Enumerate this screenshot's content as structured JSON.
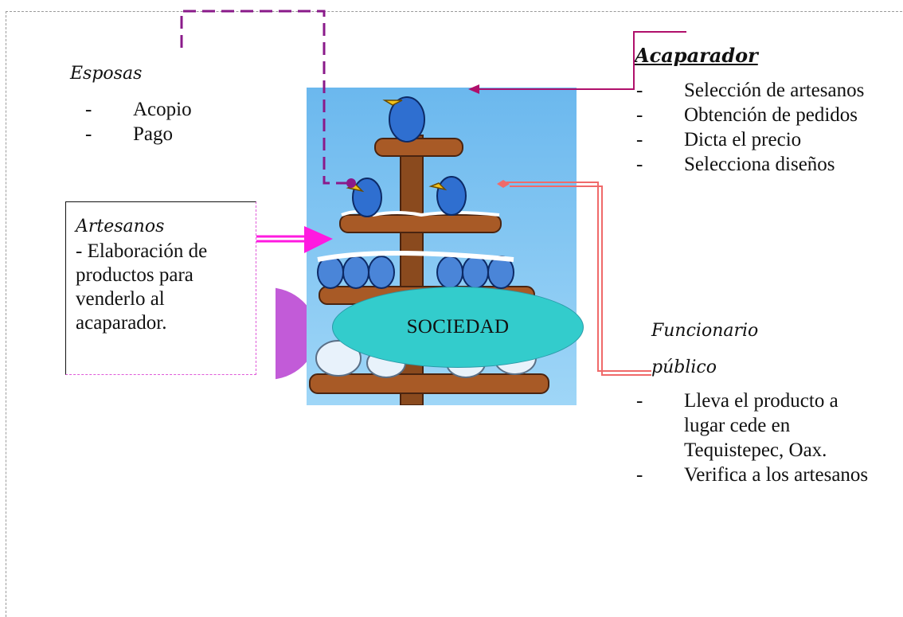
{
  "esposas": {
    "heading": "Esposas",
    "items": [
      "Acopio",
      "Pago"
    ]
  },
  "artesanos": {
    "heading": "Artesanos",
    "text": "- Elaboración de productos para venderlo al acaparador."
  },
  "sociedad": {
    "label": "SOCIEDAD"
  },
  "acaparador": {
    "heading": "Acaparador",
    "items": [
      "Selección de artesanos",
      "Obtención de pedidos",
      "Dicta el precio",
      "Selecciona diseños"
    ]
  },
  "funcionario": {
    "heading": "Funcionario público",
    "items": [
      "Lleva el producto a lugar cede en Tequistepec, Oax.",
      "Verifica a los artesanos"
    ]
  },
  "colors": {
    "esposas_connector": "#8a1a8a",
    "acaparador_connector": "#b0106b",
    "funcionario_connector": "#f06a6a",
    "artesanos_arrow": "#ff1ae0",
    "sociedad_fill": "#33cccc",
    "sky": "#7fc4f2"
  }
}
